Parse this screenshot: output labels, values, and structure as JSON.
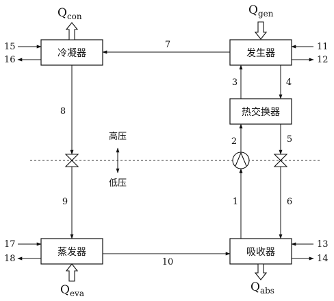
{
  "components": {
    "condenser": "冷凝器",
    "generator": "发生器",
    "heat_exchanger": "热交换器",
    "evaporator": "蒸发器",
    "absorber": "吸收器"
  },
  "heat_flows": {
    "condenser": {
      "symbol": "Q",
      "sub": "con"
    },
    "generator": {
      "symbol": "Q",
      "sub": "gen"
    },
    "evaporator": {
      "symbol": "Q",
      "sub": "eva"
    },
    "absorber": {
      "symbol": "Q",
      "sub": "abs"
    }
  },
  "pressure": {
    "high": "高压",
    "low": "低压"
  },
  "streams": {
    "s1": "1",
    "s2": "2",
    "s3": "3",
    "s4": "4",
    "s5": "5",
    "s6": "6",
    "s7": "7",
    "s8": "8",
    "s9": "9",
    "s10": "10",
    "s11": "11",
    "s12": "12",
    "s13": "13",
    "s14": "14",
    "s15": "15",
    "s16": "16",
    "s17": "17",
    "s18": "18"
  },
  "icons": {
    "pump": "pump-icon",
    "valve": "expansion-valve-icon"
  }
}
